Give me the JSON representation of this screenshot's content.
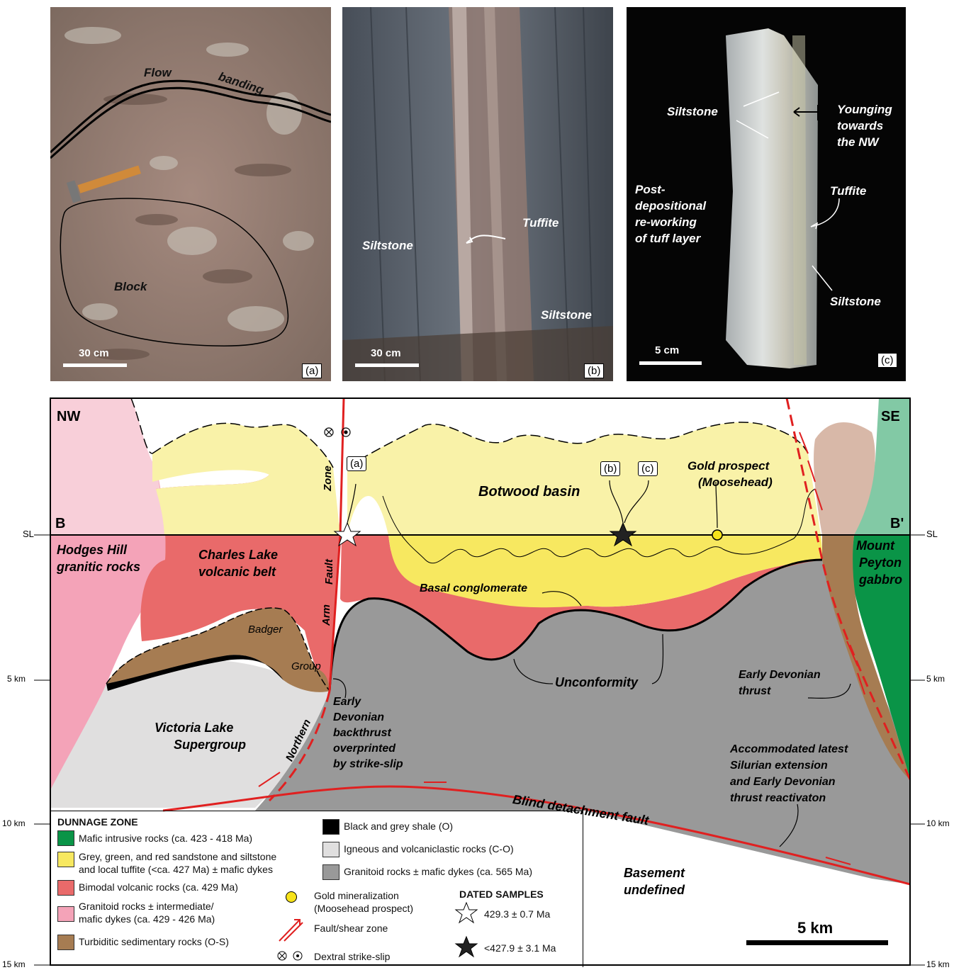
{
  "photos": {
    "a": {
      "tag": "(a)",
      "flow": "Flow",
      "banding": "banding",
      "block": "Block",
      "scale": "30 cm"
    },
    "b": {
      "tag": "(b)",
      "tuffite": "Tuffite",
      "siltstone1": "Siltstone",
      "siltstone2": "Siltstone",
      "scale": "30 cm"
    },
    "c": {
      "tag": "(c)",
      "siltstone1": "Siltstone",
      "younging1": "Younging",
      "younging2": "towards",
      "younging3": "the NW",
      "post1": "Post-",
      "post2": "depositional",
      "post3": "re-working",
      "post4": "of tuff layer",
      "tuffite": "Tuffite",
      "siltstone2": "Siltstone",
      "scale": "5 cm"
    }
  },
  "section": {
    "nw": "NW",
    "se": "SE",
    "b_left": "B",
    "b_right": "B'",
    "sl_left": "SL",
    "sl_right": "SL",
    "depth": {
      "d5l": "5 km",
      "d10l": "10 km",
      "d15l": "15 km",
      "d5r": "5 km",
      "d10r": "10 km",
      "d15r": "15 km"
    },
    "tags": {
      "a": "(a)",
      "b": "(b)",
      "c": "(c)"
    },
    "labels": {
      "hodges1": "Hodges Hill",
      "hodges2": "granitic rocks",
      "charles1": "Charles Lake",
      "charles2": "volcanic belt",
      "botwood": "Botwood basin",
      "gold1": "Gold prospect",
      "gold2": "(Moosehead)",
      "mount1": "Mount",
      "mount2": "Peyton",
      "mount3": "gabbro",
      "basal": "Basal conglomerate",
      "badger": "Badger",
      "group": "Group",
      "unconformity": "Unconformity",
      "victoria1": "Victoria Lake",
      "victoria2": "Supergroup",
      "early1": "Early",
      "early2": "Devonian",
      "early3": "backthrust",
      "early4": "overprinted",
      "early5": "by strike-slip",
      "edthrust1": "Early Devonian",
      "edthrust2": "thrust",
      "accom1": "Accommodated latest",
      "accom2": "Silurian extension",
      "accom3": "and Early Devonian",
      "accom4": "thrust reactivaton",
      "blind": "Blind detachment  fault",
      "basement1": "Basement",
      "basement2": "undefined",
      "fault_zone": [
        "Zone",
        "Fault",
        "Arm",
        "Northern"
      ],
      "scale": "5 km"
    }
  },
  "legend": {
    "title": "DUNNAGE ZONE",
    "items": [
      {
        "color": "#0a9447",
        "text": "Mafic intrusive rocks (ca. 423 - 418 Ma)"
      },
      {
        "color": "#f7e860",
        "text": "Grey, green, and red sandstone and siltstone",
        "text2": "and local tuffite (<ca. 427 Ma) ± mafic dykes"
      },
      {
        "color": "#e96a6a",
        "text": "Bimodal volcanic rocks (ca. 429 Ma)"
      },
      {
        "color": "#f4a3b8",
        "text": "Granitoid rocks ± intermediate/",
        "text2": "mafic dykes (ca. 429 - 426 Ma)"
      },
      {
        "color": "#a67c52",
        "text": "Turbiditic sedimentary rocks (O-S)"
      },
      {
        "color": "#000000",
        "text": "Black and grey shale (O)"
      },
      {
        "color": "#e0dfdf",
        "text": "Igneous and volcaniclastic rocks (C-O)"
      },
      {
        "color": "#999999",
        "text": "Granitoid rocks ± mafic dykes (ca. 565 Ma)"
      }
    ],
    "gold1": "Gold mineralization",
    "gold2": "(Moosehead prospect)",
    "fault": "Fault/shear zone",
    "dextral": "Dextral strike-slip",
    "dated_title": "DATED SAMPLES",
    "white_star": "429.3 ± 0.7 Ma",
    "black_star": "<427.9 ± 3.1 Ma"
  }
}
